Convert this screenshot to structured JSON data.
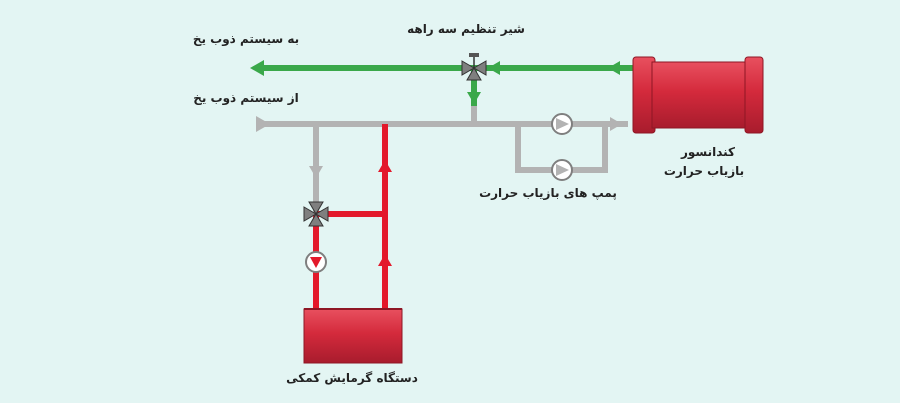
{
  "labels": {
    "to_ice_melt": "به سیستم ذوب یخ",
    "three_way_valve": "شیر تنظیم سه راهه",
    "from_ice_melt": "از سیستم ذوب یخ",
    "condenser_line1": "کندانسور",
    "condenser_line2": "بازیاب حرارت",
    "recovery_pumps": "پمپ های بازیاب حرارت",
    "aux_heater": "دستگاه گرمایش کمکی"
  },
  "colors": {
    "background": "#e3f5f3",
    "green_pipe": "#3aa84a",
    "gray_pipe": "#b3b3b3",
    "red_pipe": "#e3192b",
    "tank_fill": "#d42a3c",
    "tank_stroke": "#8e1624"
  },
  "icons": {
    "valve": "three-way-valve-icon",
    "pump": "circulation-pump-icon"
  }
}
